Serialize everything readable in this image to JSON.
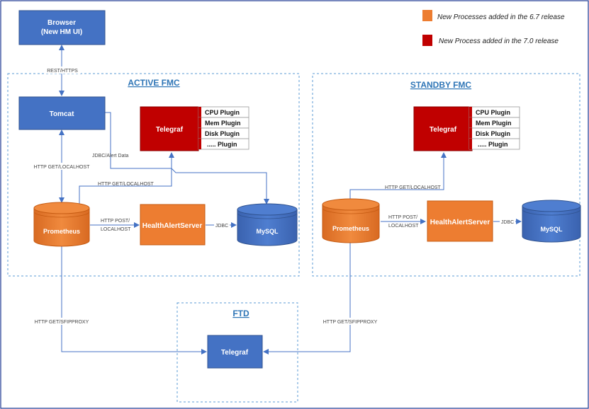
{
  "legend": {
    "items": [
      {
        "label": "New Processes added in the 6.7 release",
        "color": "#ED7D31"
      },
      {
        "label": "New Process added in the 7.0 release",
        "color": "#C00000"
      }
    ]
  },
  "groups": {
    "active": "ACTIVE FMC",
    "standby": "STANDBY FMC",
    "ftd": "FTD"
  },
  "nodes": {
    "browser": {
      "line1": "Browser",
      "line2": "(New HM UI)"
    },
    "tomcat": "Tomcat",
    "telegraf": "Telegraf",
    "prometheus": "Prometheus",
    "health_alert_server": "HealthAlertServer",
    "mysql": "MySQL"
  },
  "plugins": [
    "CPU Plugin",
    "Mem Plugin",
    "Disk Plugin",
    "..... Plugin"
  ],
  "edges": {
    "rest_https": "REST/HTTPS",
    "http_get_localhost": "HTTP GET/LOCALHOST",
    "jdbc_alert_data": "JDBC/Alert Data",
    "http_post_localhost_1": "HTTP POST/",
    "http_post_localhost_2": "LOCALHOST",
    "jdbc": "JDBC",
    "http_get_sfipproxy": "HTTP GET/SFIPPROXY"
  },
  "colors": {
    "blue": "#4472C4",
    "orange": "#ED7D31",
    "red": "#C00000",
    "group_border": "#5B9BD5",
    "group_title": "#2E75B6",
    "line": "#4472C4"
  }
}
